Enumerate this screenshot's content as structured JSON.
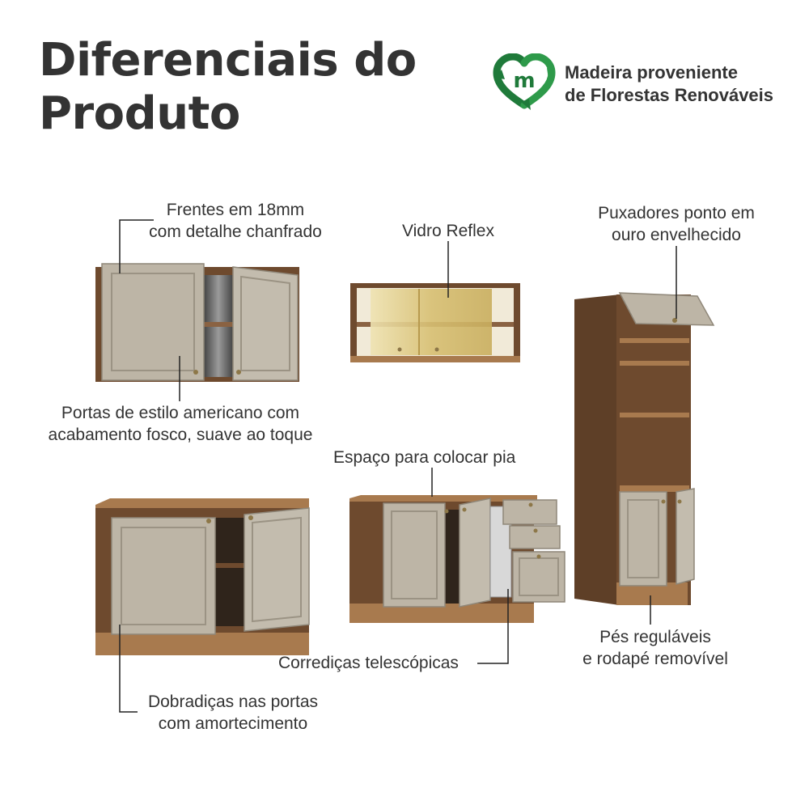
{
  "title": {
    "line1": "Diferenciais do",
    "line2": "Produto"
  },
  "eco_badge": {
    "line1": "Madeira proveniente",
    "line2": "de Florestas Renováveis",
    "logo_letter": "m",
    "icon": "recycle-icon",
    "color": "#1f7a3a"
  },
  "callouts": {
    "frentes": {
      "line1": "Frentes em 18mm",
      "line2": "com detalhe chanfrado"
    },
    "vidro": {
      "line1": "Vidro Reflex"
    },
    "puxadores": {
      "line1": "Puxadores ponto em",
      "line2": "ouro envelhecido"
    },
    "portas": {
      "line1": "Portas de estilo americano com",
      "line2": "acabamento fosco, suave ao toque"
    },
    "espaco": {
      "line1": "Espaço para colocar pia"
    },
    "pes": {
      "line1": "Pés reguláveis",
      "line2": "e rodapé removível"
    },
    "corredicas": {
      "line1": "Corrediças telescópicas"
    },
    "dobradicas": {
      "line1": "Dobradiças nas portas",
      "line2": "com amortecimento"
    }
  },
  "colors": {
    "wood_dark": "#6e4a2e",
    "wood_light": "#a87a4e",
    "door": "#bdb5a6",
    "glass": "#d9c27a"
  }
}
